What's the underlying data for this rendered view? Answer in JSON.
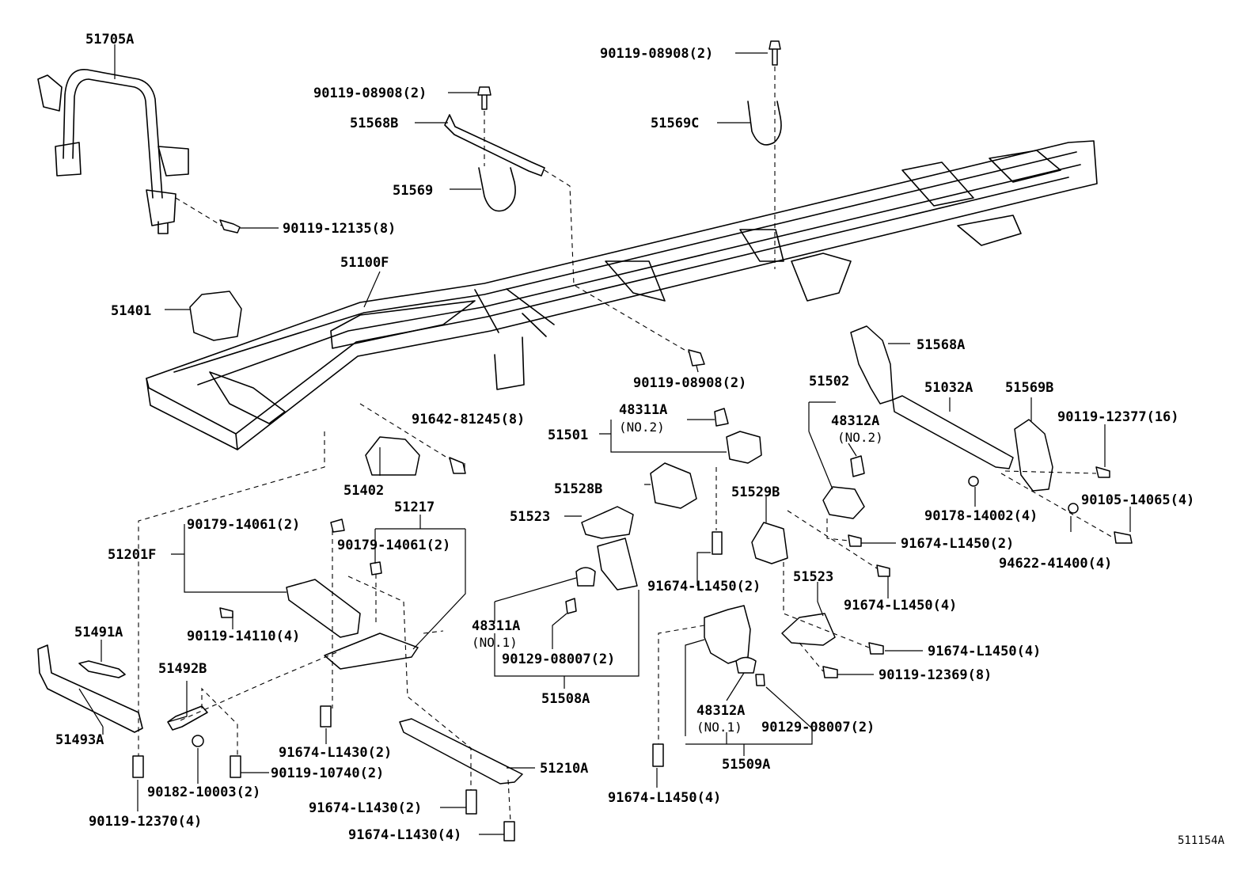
{
  "figure_id": "511154A",
  "labels": {
    "l_51705A": "51705A",
    "l_90119_08908_top": "90119-08908(2)",
    "l_90119_08908_mid": "90119-08908(2)",
    "l_51568B": "51568B",
    "l_51569C": "51569C",
    "l_51569": "51569",
    "l_90119_12135": "90119-12135(8)",
    "l_51100F": "51100F",
    "l_51401": "51401",
    "l_90119_08908_low": "90119-08908(2)",
    "l_51568A": "51568A",
    "l_51502": "51502",
    "l_51032A": "51032A",
    "l_51569B": "51569B",
    "l_48311A_top": "48311A",
    "l_no2_a": "(NO.2)",
    "l_48312A_top": "48312A",
    "l_no2_b": "(NO.2)",
    "l_90119_12377": "90119-12377(16)",
    "l_91642_81245": "91642-81245(8)",
    "l_51501": "51501",
    "l_51402": "51402",
    "l_51217": "51217",
    "l_51528B": "51528B",
    "l_51529B": "51529B",
    "l_90105_14065": "90105-14065(4)",
    "l_90178_14002": "90178-14002(4)",
    "l_90179_14061_a": "90179-14061(2)",
    "l_90179_14061_b": "90179-14061(2)",
    "l_51523_a": "51523",
    "l_91674_L1450_a": "91674-L1450(2)",
    "l_94622_41400": "94622-41400(4)",
    "l_51201F": "51201F",
    "l_91674_L1450_b": "91674-L1450(2)",
    "l_51523_b": "51523",
    "l_91674_L1450_c": "91674-L1450(4)",
    "l_90119_14110": "90119-14110(4)",
    "l_51491A": "51491A",
    "l_48311A_low": "48311A",
    "l_no1_a": "(NO.1)",
    "l_91674_L1450_d": "91674-L1450(4)",
    "l_90129_08007_a": "90129-08007(2)",
    "l_51492B": "51492B",
    "l_90119_12369": "90119-12369(8)",
    "l_51508A": "51508A",
    "l_48312A_low": "48312A",
    "l_no1_b": "(NO.1)",
    "l_90129_08007_b": "90129-08007(2)",
    "l_51493A": "51493A",
    "l_91674_L1430_a": "91674-L1430(2)",
    "l_90119_10740": "90119-10740(2)",
    "l_51210A": "51210A",
    "l_51509A": "51509A",
    "l_90182_10003": "90182-10003(2)",
    "l_91674_L1430_b": "91674-L1430(2)",
    "l_91674_L1450_e": "91674-L1450(4)",
    "l_90119_12370": "90119-12370(4)",
    "l_91674_L1430_c": "91674-L1430(4)"
  }
}
